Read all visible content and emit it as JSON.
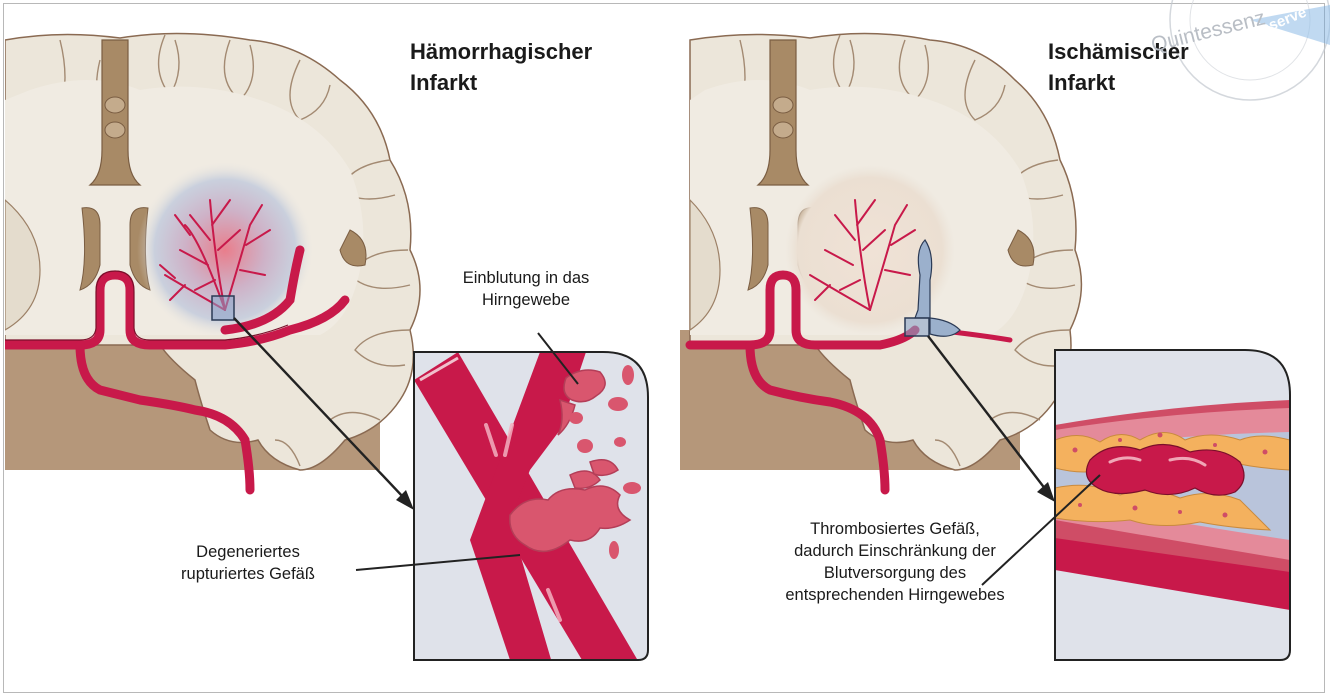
{
  "left_panel": {
    "title": "Hämorrhagischer\nInfarkt",
    "label_bleeding": "Einblutung in das\nHirngewebe",
    "label_vessel": "Degeneriertes\nrupturiertes Gefäß"
  },
  "right_panel": {
    "title": "Ischämischer\nInfarkt",
    "label_thrombus": "Thrombosiertes Gefäß,\ndadurch Einschränkung der\nBlutversorgung des\nentsprechenden Hirngewebes"
  },
  "watermark": {
    "text": "Quintessenz",
    "badge_text": "eserve"
  },
  "colors": {
    "vessel": "#c8194a",
    "brain_tissue": "#ece6da",
    "brain_outline": "#8a6a52",
    "ventricle": "#a88a66",
    "blood_light": "#d9566e",
    "plaque": "#f4b15e",
    "thrombus_blue": "#9bb0cc"
  }
}
